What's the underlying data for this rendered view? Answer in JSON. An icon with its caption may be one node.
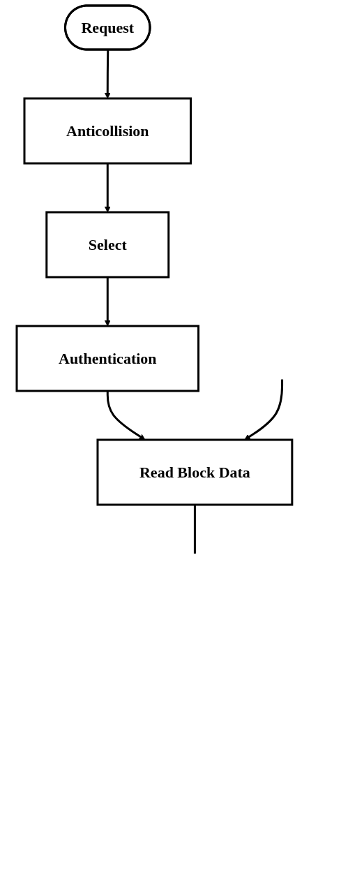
{
  "diagram": {
    "nodes": [
      {
        "text": [
          "Request"
        ]
      },
      {
        "text": [
          "Anticollision"
        ]
      },
      {
        "text": [
          "Select"
        ]
      },
      {
        "text": [
          "Authentication"
        ]
      },
      {
        "text": [
          "Read Block Data"
        ]
      }
    ],
    "edges": [
      {
        "from": 0,
        "to": 1,
        "arrow": "to"
      },
      {
        "from": 1,
        "to": 2,
        "arrow": "to"
      },
      {
        "from": 2,
        "to": 3,
        "arrow": "to"
      },
      {
        "from": 3,
        "to": 4,
        "arrow": "to"
      },
      {
        "from": 4,
        "to": null,
        "arrow": "none"
      },
      {
        "from": null,
        "to": 4,
        "arrow": "to"
      }
    ]
  }
}
